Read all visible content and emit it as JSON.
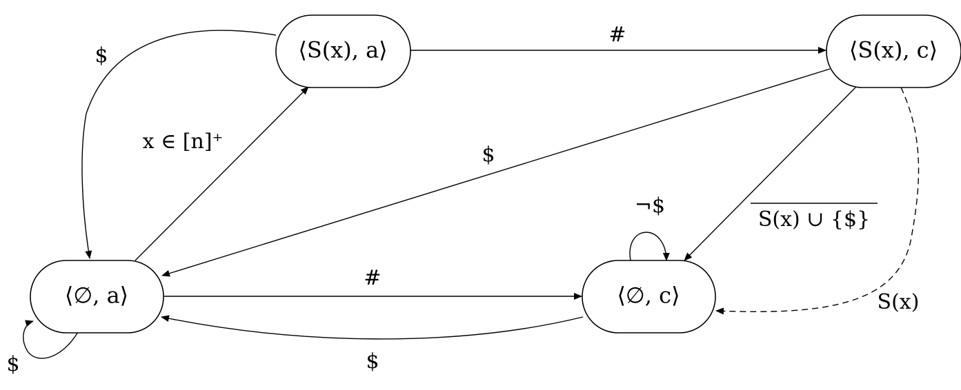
{
  "diagram": {
    "states": {
      "sx_a": "⟨S(x), a⟩",
      "sx_c": "⟨S(x), c⟩",
      "empty_a": "⟨∅, a⟩",
      "empty_c": "⟨∅, c⟩"
    },
    "edges": {
      "sx_a_to_sx_c": "#",
      "sx_a_to_empty_a": "$",
      "empty_a_to_sx_a": "x ∈ [n]⁺",
      "sx_c_to_empty_a": "$",
      "empty_a_self_loop": "$",
      "empty_a_to_empty_c": "#",
      "empty_c_to_empty_a": "$",
      "empty_c_self_loop": "¬$",
      "sx_c_to_empty_c": "S(x) ∪ {$}",
      "sx_c_to_empty_c_dashed": "S(x)"
    }
  }
}
